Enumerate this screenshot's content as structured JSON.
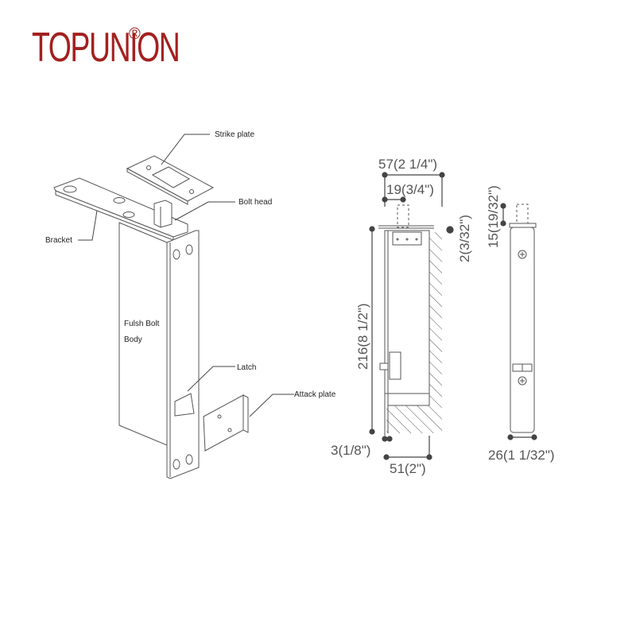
{
  "brand": {
    "name": "TOPUNION",
    "registered_mark": "®",
    "color": "#a3201f"
  },
  "isometric_view": {
    "labels": {
      "strike_plate": "Strike plate",
      "bolt_head": "Bolt head",
      "bracket": "Bracket",
      "body_line1": "Fulsh Bolt",
      "body_line2": "Body",
      "latch": "Latch",
      "attack_plate": "Attack plate"
    }
  },
  "side_view": {
    "dimensions": {
      "overall_width": "57(2 1/4\")",
      "head_width": "19(3/4\")",
      "top_offset": "2(3/32\")",
      "height": "216(8 1/2\")",
      "plate_thickness": "3(1/8\")",
      "depth": "51(2\")"
    }
  },
  "front_view": {
    "dimensions": {
      "bolt_projection": "15(19/32\")",
      "face_width": "26(1 1/32\")"
    }
  },
  "colors": {
    "line": "#555555",
    "dim_line": "#444444",
    "dim_text": "#555555"
  }
}
